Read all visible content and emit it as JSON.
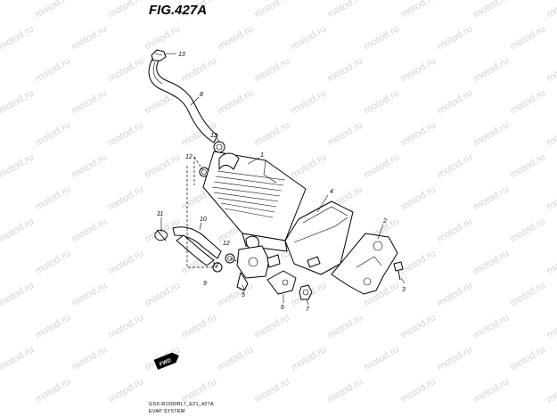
{
  "figure": {
    "title": "FIG.427A",
    "watermark": "motod.ru"
  },
  "callouts": {
    "c1": "1",
    "c2": "2",
    "c3": "3",
    "c4": "4",
    "c5": "5",
    "c6": "6",
    "c7": "7",
    "c8": "8",
    "c9": "9",
    "c10": "10",
    "c11": "11",
    "c12a": "12",
    "c12b": "12",
    "c12c": "12",
    "c12d": "12",
    "c13": "13"
  },
  "fwd_badge": {
    "label": "FWD"
  },
  "footer": {
    "model_code": "GSX-R1000RL7_E21_427A",
    "system_name": "EVAP SYSTEM"
  }
}
